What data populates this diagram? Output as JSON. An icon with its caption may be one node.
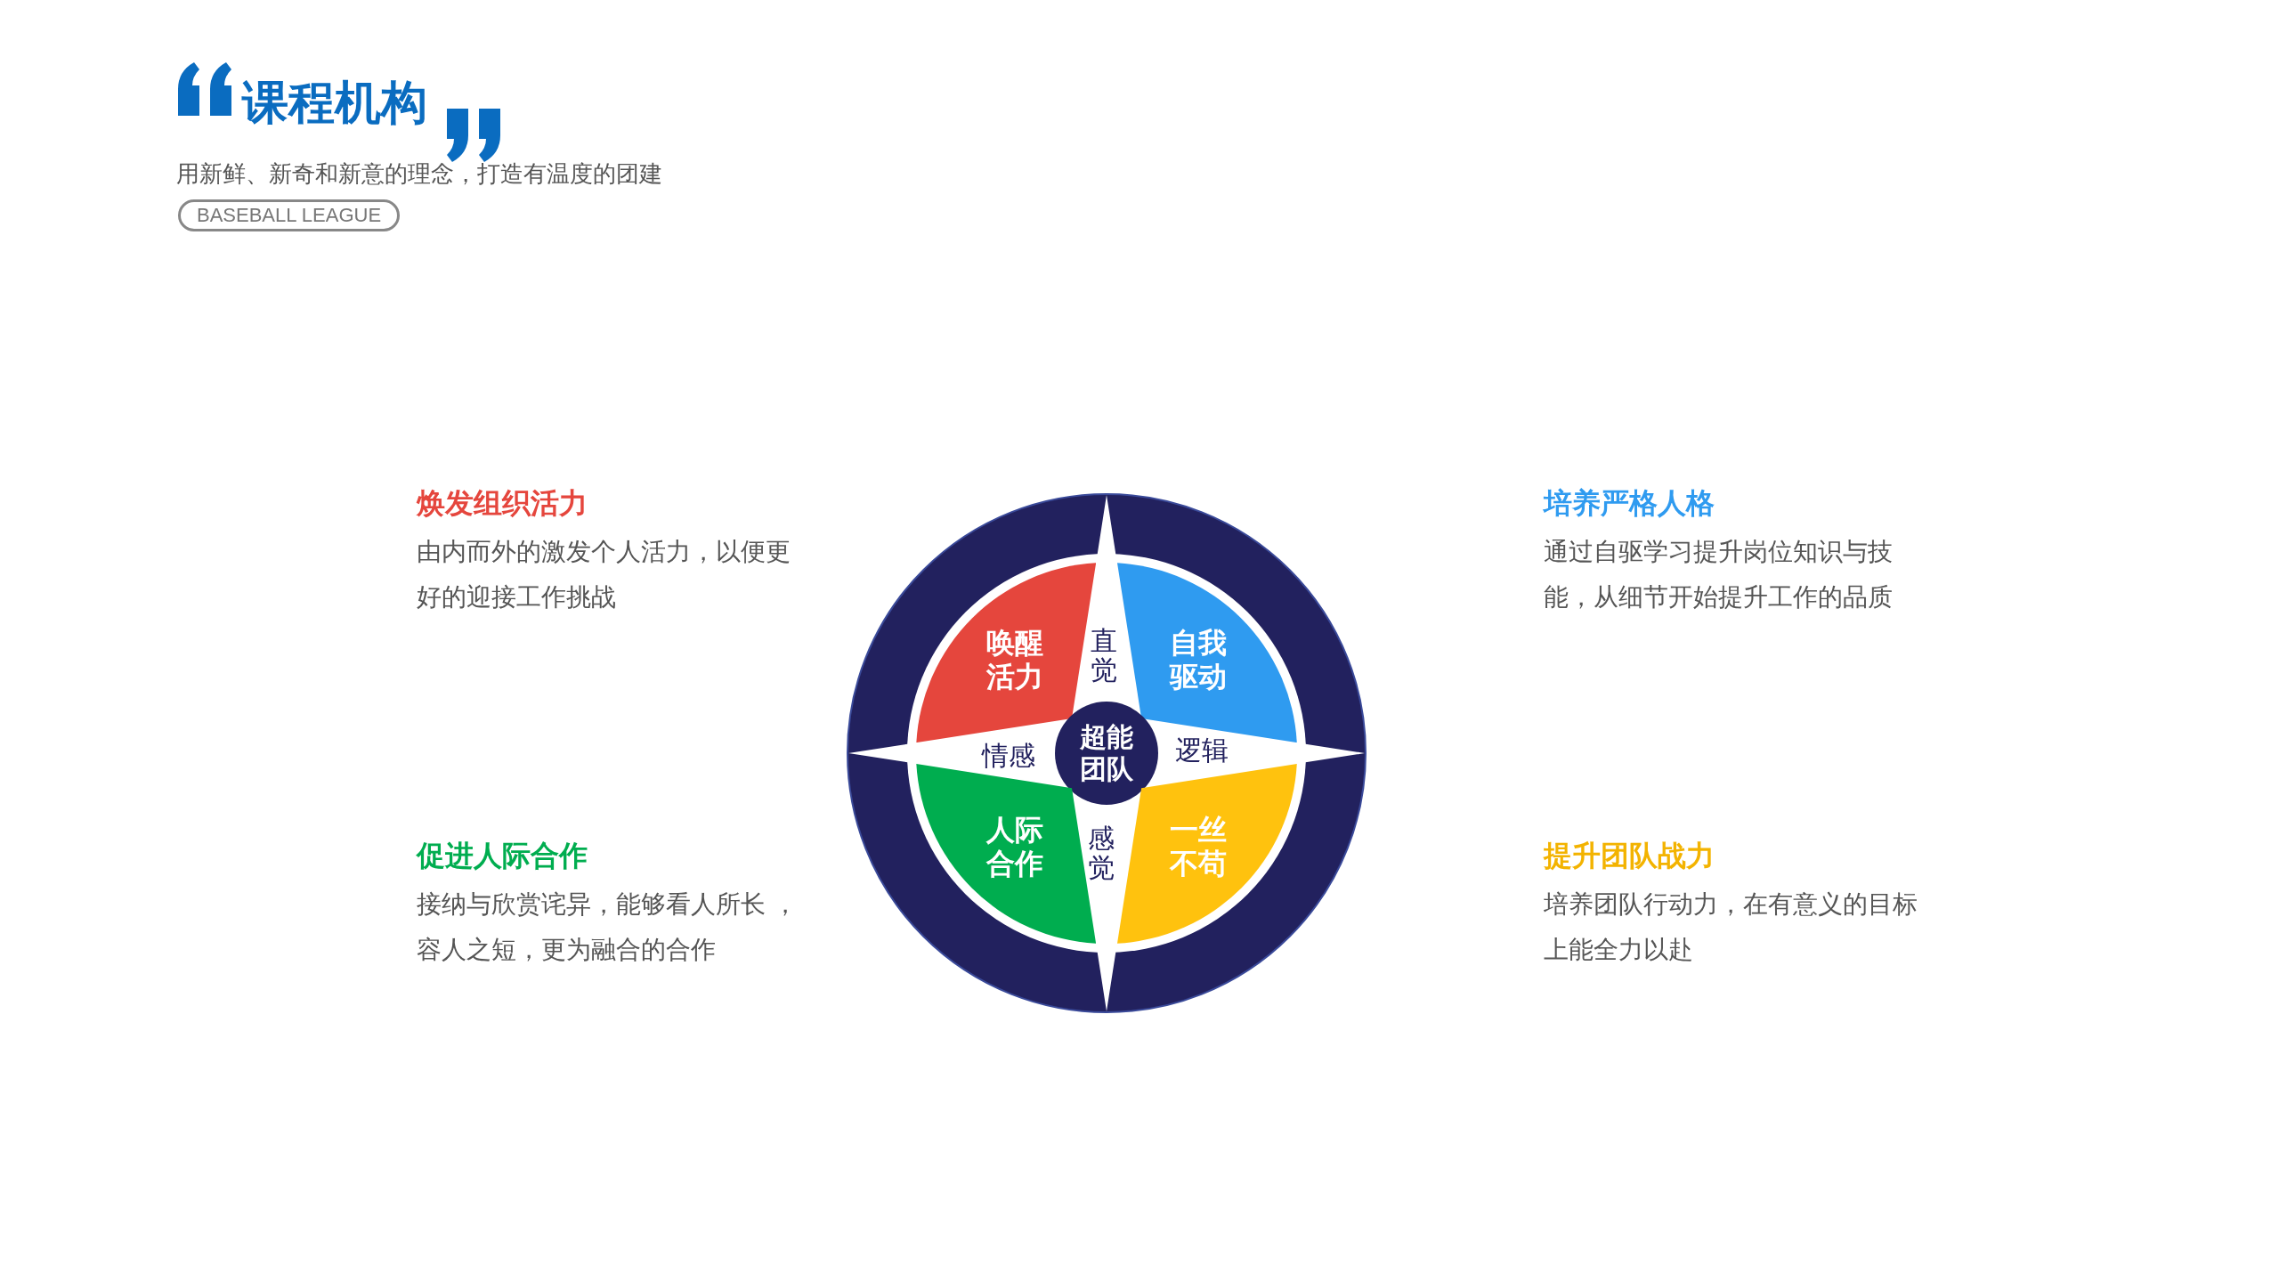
{
  "diagram": {
    "title": "课程机构",
    "nodes": [
      {
        "text": [
          "唤醒活力"
        ]
      },
      {
        "text": [
          "自我驱动"
        ]
      },
      {
        "text": [
          "超能团队"
        ]
      },
      {
        "text": [
          "人际合作"
        ]
      },
      {
        "text": [
          "一丝不苟"
        ]
      }
    ],
    "labels": [
      "用新鲜、新奇和新意的理念，打造有温度的团建",
      "BASEBALL LEAGUE",
      "焕发组织活力",
      "由内而外的激发个人活力，以便更好的迎接工作挑战",
      "培养严格人格",
      "通过自驱学习提升岗位知识与技能，从细节开始提升工作的品质",
      "直觉",
      "情感",
      "逻辑",
      "感觉",
      "促进人际合作",
      "接纳与欣赏诧异，能够看人所长 ，容人之短，更为融合的合作",
      "提升团队战力",
      "培养团队行动力，在有意义的目标上能全力以赴"
    ]
  }
}
